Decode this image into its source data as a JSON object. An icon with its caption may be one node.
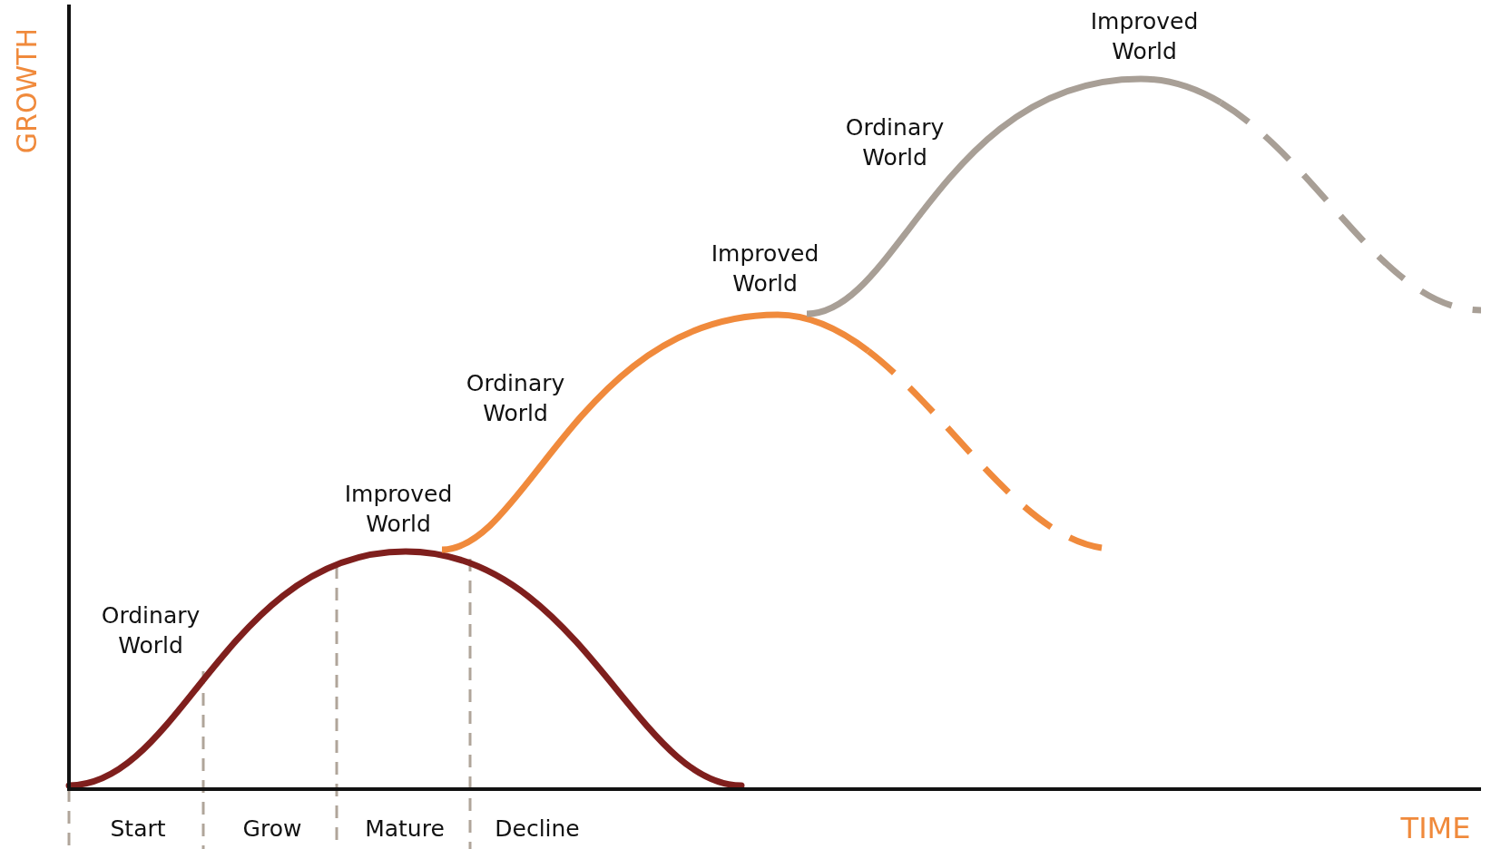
{
  "diagram": {
    "labels": [
      "GROWTH",
      "Improved World",
      "Ordinary World",
      "Improved World",
      "Ordinary World",
      "Improved World",
      "Ordinary World",
      "Start",
      "Grow",
      "Mature",
      "Decline",
      "TIME"
    ]
  }
}
